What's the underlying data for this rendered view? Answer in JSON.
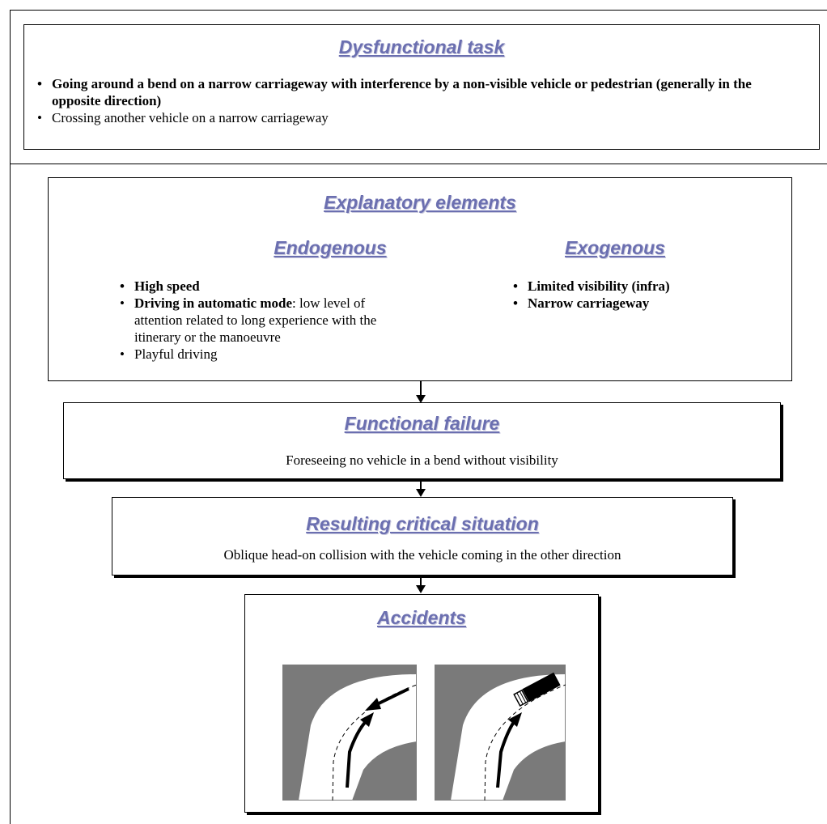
{
  "dysfunctional_task": {
    "title": "Dysfunctional task",
    "items": [
      {
        "text": "Going around a bend on a narrow carriageway with interference by a non-visible vehicle or pedestrian (generally in the opposite direction)"
      },
      {
        "text": "Crossing another vehicle on a narrow carriageway"
      }
    ]
  },
  "explanatory": {
    "title": "Explanatory elements",
    "endogenous": {
      "title": "Endogenous",
      "items": [
        {
          "text": "High speed"
        },
        {
          "bold": "Driving in automatic mode",
          "rest": ": low level of attention related to long experience with the itinerary or the manoeuvre"
        },
        {
          "text": "Playful driving"
        }
      ]
    },
    "exogenous": {
      "title": "Exogenous",
      "items": [
        {
          "text": "Limited visibility (infra)"
        },
        {
          "text": "Narrow carriageway"
        }
      ]
    }
  },
  "functional_failure": {
    "title": "Functional failure",
    "text": "Foreseeing no vehicle in a bend without visibility"
  },
  "critical_situation": {
    "title": "Resulting critical situation",
    "text": "Oblique head-on collision with the vehicle coming in the other direction"
  },
  "accidents": {
    "title": "Accidents"
  }
}
